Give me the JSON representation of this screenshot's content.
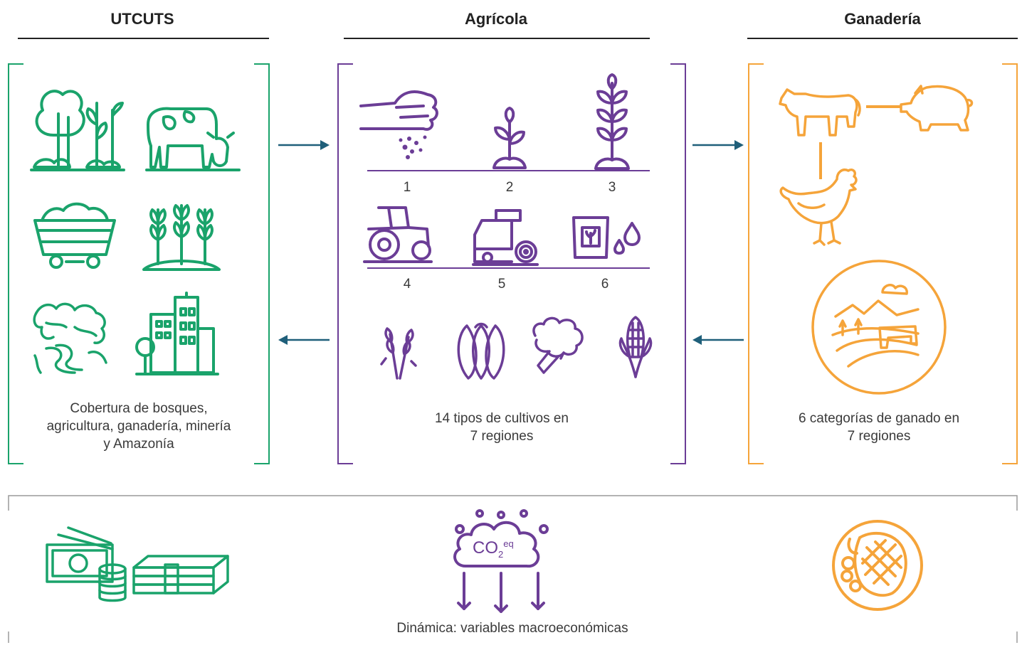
{
  "colors": {
    "green": "#1aa36b",
    "purple": "#6b3d96",
    "orange": "#f5a43a",
    "teal": "#1f5f7a",
    "gray": "#9a9a9a"
  },
  "headings": {
    "utcuts": "UTCUTS",
    "agricola": "Agrícola",
    "ganaderia": "Ganadería"
  },
  "utcuts": {
    "caption_lines": [
      "Cobertura de bosques,",
      "agricultura, ganadería, minería",
      "y Amazonía"
    ],
    "icons": [
      "forest-icon",
      "grazing-cow-icon",
      "mining-cart-icon",
      "crops-icon",
      "amazon-river-icon",
      "city-icon"
    ]
  },
  "agricola": {
    "steps": [
      "1",
      "2",
      "3",
      "4",
      "5",
      "6"
    ],
    "caption_lines": [
      "14 tipos de cultivos en",
      "7 regiones"
    ],
    "icons": [
      "seeding-hand-icon",
      "sprout-icon",
      "grown-plant-icon",
      "tractor-icon",
      "harvester-icon",
      "fertilizer-icon",
      "wheat-icon",
      "cocoa-icon",
      "broccoli-icon",
      "corn-icon"
    ]
  },
  "ganaderia": {
    "caption_lines": [
      "6 categorías de ganado en",
      "7 regiones"
    ],
    "icons": [
      "cow-icon",
      "pig-icon",
      "chicken-icon",
      "pasture-landscape-icon"
    ]
  },
  "bottom": {
    "caption": "Dinámica: variables macroeconómicas",
    "co2_label": "CO",
    "co2_sub": "2",
    "co2_sup": "eq",
    "icons": [
      "money-icon",
      "co2-cloud-icon",
      "steak-plate-icon"
    ]
  }
}
